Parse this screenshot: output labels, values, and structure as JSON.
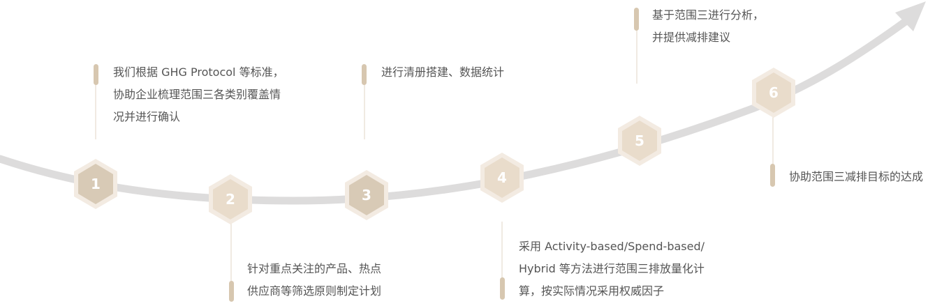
{
  "colors": {
    "curve": "#dddcdc",
    "hex_outer": "#f3ebe2",
    "hex_inner": "#e9dccb",
    "hex_inner_alt": "#d8cab6",
    "number": "#ffffff",
    "connector": "#e2d6c6",
    "dot": "#d7c7b0",
    "text": "#555555"
  },
  "steps": [
    {
      "number": "1",
      "lines": [
        "我们根据 GHG Protocol 等标准，",
        "协助企业梳理范围三各类别覆盖情",
        "况并进行确认"
      ]
    },
    {
      "number": "2",
      "lines": [
        "针对重点关注的产品、热点",
        "供应商等筛选原则制定计划"
      ]
    },
    {
      "number": "3",
      "lines": [
        "进行清册搭建、数据统计"
      ]
    },
    {
      "number": "4",
      "lines": [
        "采用 Activity-based/Spend-based/",
        "Hybrid 等方法进行范围三排放量化计",
        "算，按实际情况采用权威因子"
      ]
    },
    {
      "number": "5",
      "lines": [
        "基于范围三进行分析，",
        "并提供减排建议"
      ]
    },
    {
      "number": "6",
      "lines": [
        "协助范围三减排目标的达成"
      ]
    }
  ]
}
